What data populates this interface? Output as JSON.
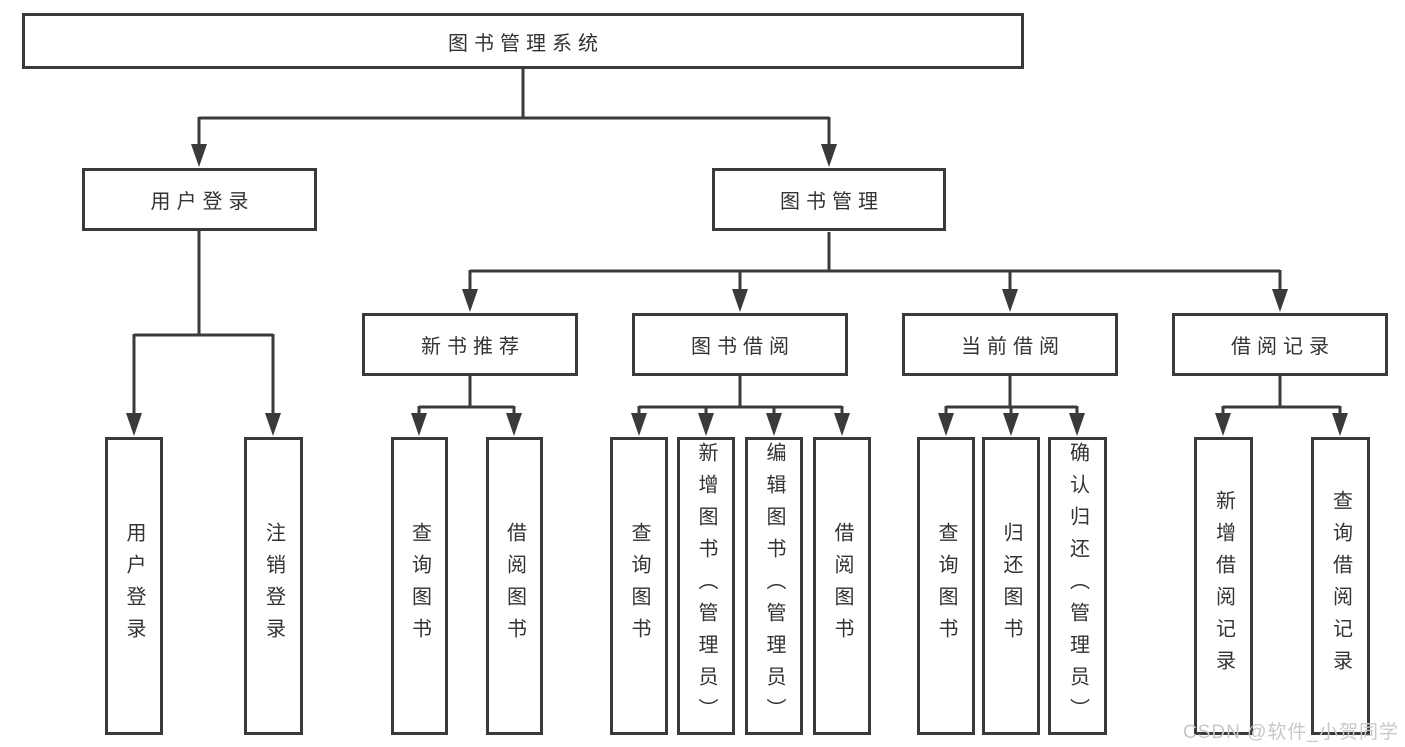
{
  "diagram": {
    "root": {
      "label": "图书管理系统"
    },
    "branches": [
      {
        "label": "用户登录",
        "children": [
          {
            "label": "用户登录"
          },
          {
            "label": "注销登录"
          }
        ]
      },
      {
        "label": "图书管理",
        "children": [
          {
            "label": "新书推荐",
            "children": [
              {
                "label": "查询图书"
              },
              {
                "label": "借阅图书"
              }
            ]
          },
          {
            "label": "图书借阅",
            "children": [
              {
                "label": "查询图书"
              },
              {
                "label": "新增图书（管理员）"
              },
              {
                "label": "编辑图书（管理员）"
              },
              {
                "label": "借阅图书"
              }
            ]
          },
          {
            "label": "当前借阅",
            "children": [
              {
                "label": "查询图书"
              },
              {
                "label": "归还图书"
              },
              {
                "label": "确认归还（管理员）"
              }
            ]
          },
          {
            "label": "借阅记录",
            "children": [
              {
                "label": "新增借阅记录"
              },
              {
                "label": "查询借阅记录"
              }
            ]
          }
        ]
      }
    ]
  },
  "watermark": {
    "text": "CSDN @软件_小贺同学"
  },
  "colors": {
    "line": "#3a3a3a",
    "text": "#333333",
    "watermark": "#c8c8c8",
    "background": "#ffffff"
  }
}
